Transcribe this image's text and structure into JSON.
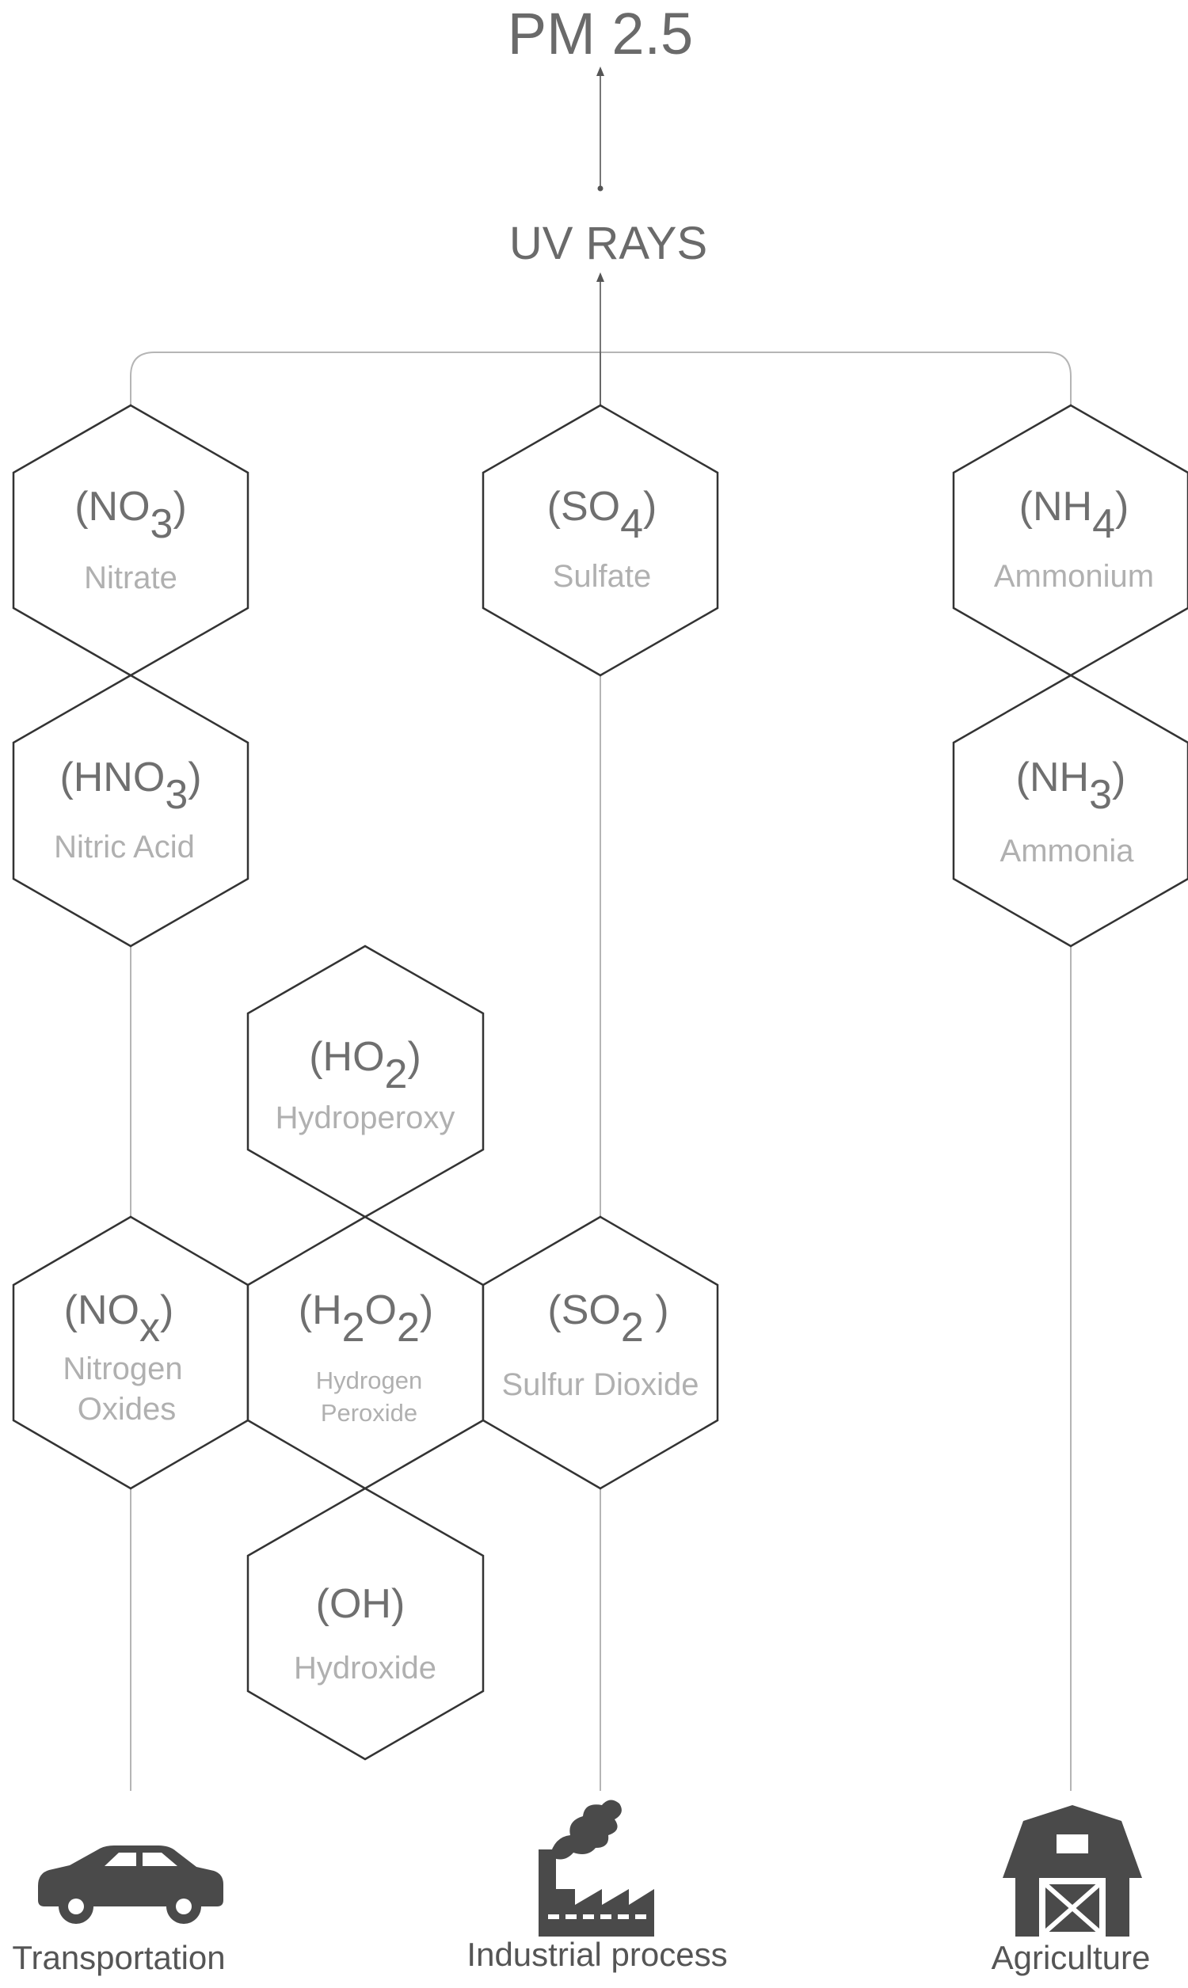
{
  "title": "PM 2.5",
  "intermediate": "UV RAYS",
  "compounds": {
    "nitrate": {
      "formula": "(NO",
      "sub": "3",
      "close": ")",
      "name": "Nitrate"
    },
    "sulfate": {
      "formula": "(SO",
      "sub": "4",
      "close": ")",
      "name": "Sulfate"
    },
    "ammonium": {
      "formula": "(NH",
      "sub": "4",
      "close": ")",
      "name": "Ammonium"
    },
    "nitric_acid": {
      "formula": "(HNO",
      "sub": "3",
      "close": ")",
      "name": "Nitric Acid"
    },
    "ammonia": {
      "formula": "(NH",
      "sub": "3",
      "close": ")",
      "name": "Ammonia"
    },
    "hydroperoxy": {
      "formula": "(HO",
      "sub": "2",
      "close": ")",
      "name": "Hydroperoxy"
    },
    "nitrogen_oxides": {
      "formula": "(NO",
      "sub": "x",
      "close": ")",
      "name_line1": "Nitrogen",
      "name_line2": "Oxides"
    },
    "hydrogen_peroxide": {
      "open": "(H",
      "sub1": "2",
      "mid": "O",
      "sub2": "2",
      "close": ")",
      "name_line1": "Hydrogen",
      "name_line2": "Peroxide"
    },
    "sulfur_dioxide": {
      "formula": "(SO",
      "sub": "2",
      "close": " )",
      "name": "Sulfur Dioxide"
    },
    "hydroxide": {
      "formula": "(OH)",
      "name": "Hydroxide"
    }
  },
  "sources": {
    "transportation": {
      "label": "Transportation",
      "icon": "car-icon"
    },
    "industrial": {
      "label": "Industrial process",
      "icon": "factory-icon"
    },
    "agriculture": {
      "label": "Agriculture",
      "icon": "barn-icon"
    }
  },
  "colors": {
    "hex_stroke": "#333333",
    "connector": "#b5b5b5",
    "formula_text": "#6f6f6f",
    "name_text": "#b0b0b0",
    "icon": "#4a4a4a"
  }
}
